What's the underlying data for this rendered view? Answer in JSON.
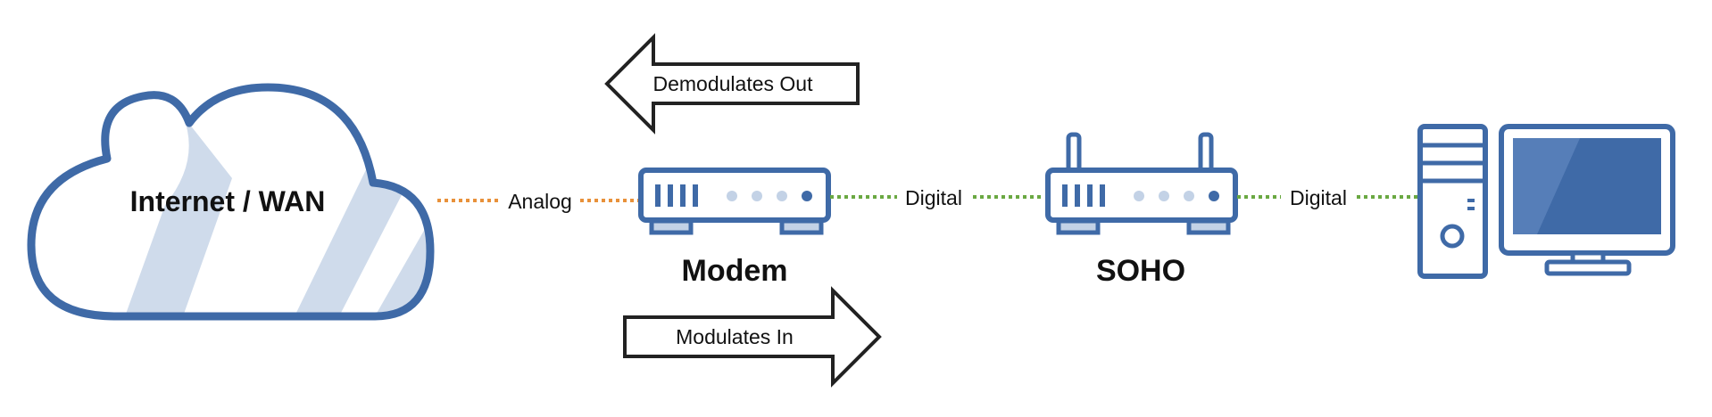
{
  "cloud": {
    "label": "Internet / WAN"
  },
  "devices": {
    "modem": {
      "label": "Modem"
    },
    "soho": {
      "label": "SOHO"
    }
  },
  "links": {
    "cloud_to_modem": "Analog",
    "modem_to_soho": "Digital",
    "soho_to_pc": "Digital"
  },
  "arrows": {
    "top": {
      "label": "Demodulates Out",
      "direction": "left"
    },
    "bottom": {
      "label": "Modulates In",
      "direction": "right"
    }
  },
  "colors": {
    "device_blue": "#3f6aa7",
    "device_fill": "#ffffff",
    "light_blue": "#c3d2e6",
    "analog_line": "#e8913a",
    "digital_line": "#6aa842",
    "arrow_stroke": "#222222"
  }
}
